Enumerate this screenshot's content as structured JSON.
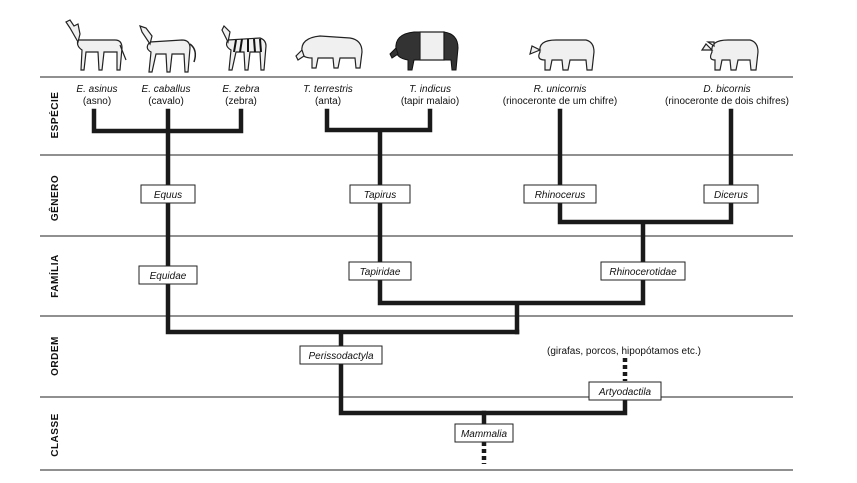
{
  "ranks": {
    "especie": "ESPÉCIE",
    "genero": "GÊNERO",
    "familia": "FAMÍLIA",
    "ordem": "ORDEM",
    "classe": "CLASSE"
  },
  "species": [
    {
      "scientific": "E. asinus",
      "common": "(asno)"
    },
    {
      "scientific": "E. caballus",
      "common": "(cavalo)"
    },
    {
      "scientific": "E. zebra",
      "common": "(zebra)"
    },
    {
      "scientific": "T. terrestris",
      "common": "(anta)"
    },
    {
      "scientific": "T. indicus",
      "common": "(tapir malaio)"
    },
    {
      "scientific": "R. unicornis",
      "common": "(rinoceronte de um chifre)"
    },
    {
      "scientific": "D. bicornis",
      "common": "(rinoceronte de dois chifres)"
    }
  ],
  "genera": [
    "Equus",
    "Tapirus",
    "Rhinocerus",
    "Dicerus"
  ],
  "families": [
    "Equidae",
    "Tapiridae",
    "Rhinocerotidae"
  ],
  "orders": [
    "Perissodactyla",
    "Artyodactila"
  ],
  "classes": [
    "Mammalia"
  ],
  "note": "(girafas, porcos, hipopótamos etc.)",
  "icons": [
    "donkey-icon",
    "horse-icon",
    "zebra-icon",
    "tapir-icon",
    "malayan-tapir-icon",
    "one-horned-rhino-icon",
    "two-horned-rhino-icon"
  ]
}
